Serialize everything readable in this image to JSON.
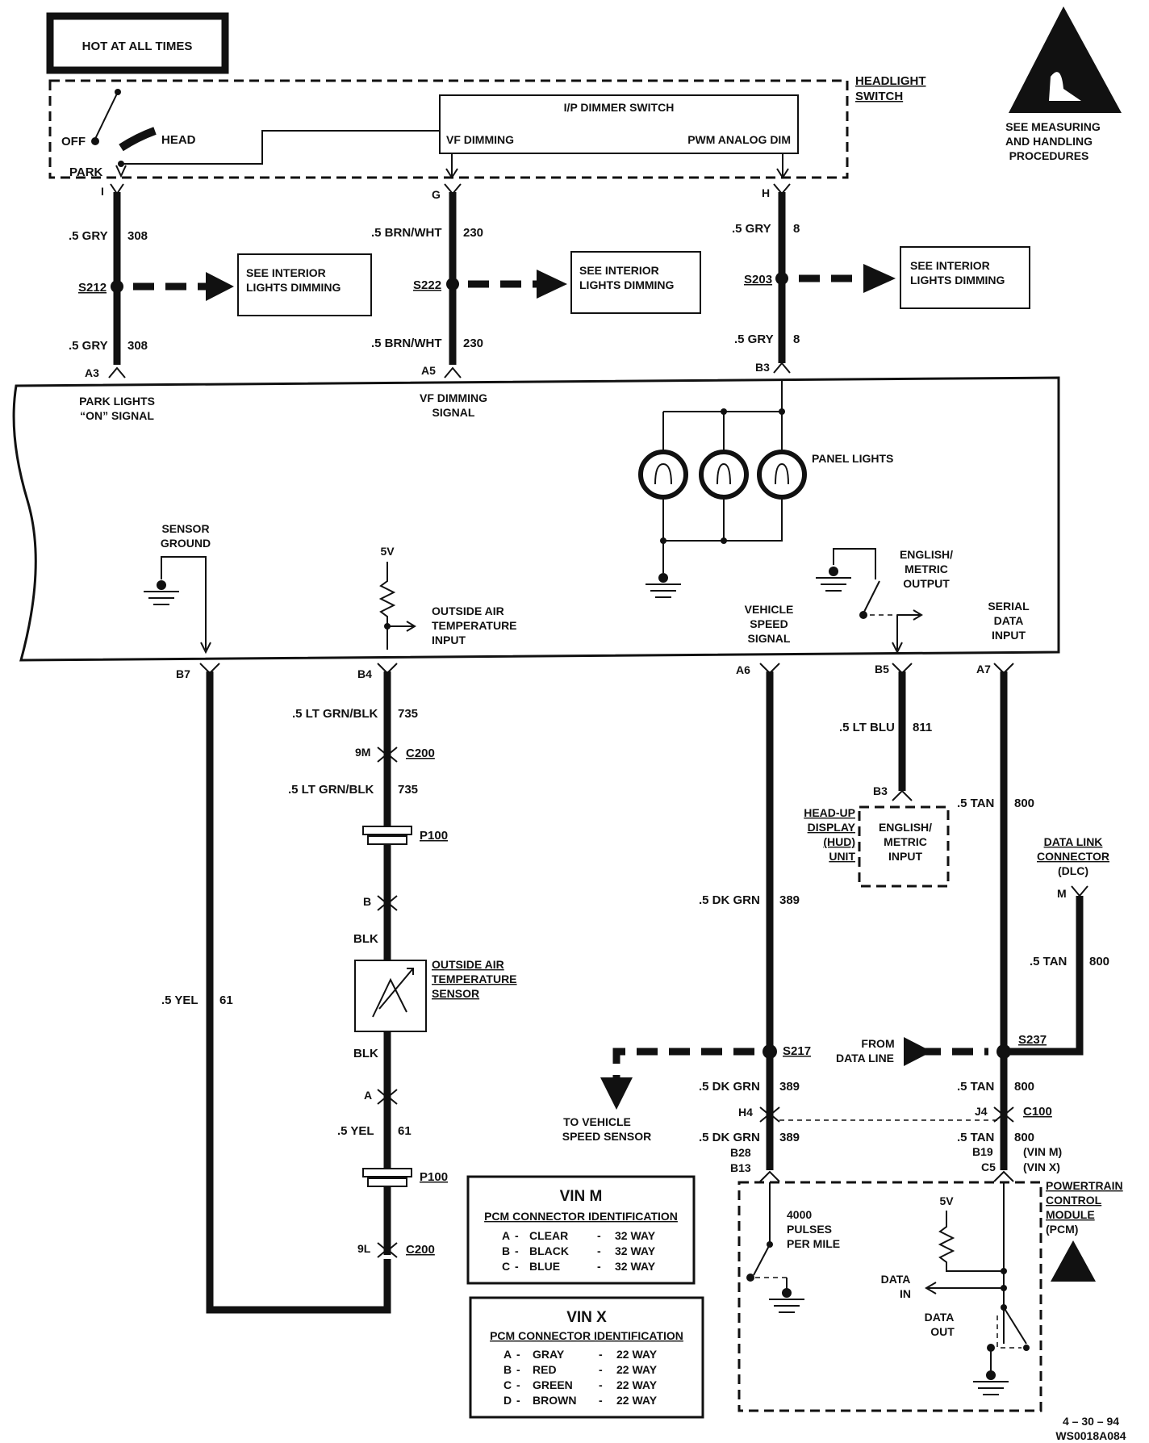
{
  "hot": "HOT AT ALL TIMES",
  "headlight_switch": {
    "title_1": "HEADLIGHT",
    "title_2": "SWITCH",
    "off": "OFF",
    "head": "HEAD",
    "park": "PARK",
    "dimmer": {
      "title": "I/P DIMMER SWITCH",
      "vf": "VF DIMMING",
      "pwm": "PWM ANALOG DIM"
    }
  },
  "esd": {
    "l1": "SEE MEASURING",
    "l2": "AND HANDLING",
    "l3": "PROCEDURES"
  },
  "pins": {
    "i": "I",
    "g": "G",
    "h": "H",
    "a3": "A3",
    "a5": "A5",
    "b3_top": "B3",
    "b7": "B7",
    "b4": "B4",
    "a6": "A6",
    "b5": "B5",
    "a7": "A7",
    "b3_hud": "B3",
    "m": "M",
    "b_conn": "B",
    "a_conn": "A",
    "9m": "9M",
    "9l": "9L",
    "h4": "H4",
    "j4": "J4",
    "b28": "B28",
    "b13": "B13",
    "b19": "B19",
    "c5": "C5"
  },
  "wires": {
    "gry_size": ".5 GRY",
    "gry_num": "308",
    "brn_size": ".5 BRN/WHT",
    "brn_num": "230",
    "gry8_size": ".5 GRY",
    "gry8_num": "8",
    "ltgrn_size1": ".5 LT GRN/BLK",
    "ltgrn_size2": ".5  LT GRN/BLK",
    "ltgrn_num": "735",
    "blk": "BLK",
    "yel_size": ".5 YEL",
    "yel_num": "61",
    "dkgrn_size": ".5 DK GRN",
    "dkgrn_num": "389",
    "ltblu_size": ".5 LT BLU",
    "ltblu_num": "811",
    "tan_size": ".5 TAN",
    "tan_num": "800",
    "vin_m": "(VIN M)",
    "vin_x": "(VIN X)"
  },
  "splices": {
    "s212": "S212",
    "s222": "S222",
    "s203": "S203",
    "s217": "S217",
    "s237": "S237"
  },
  "connectors": {
    "c200": "C200",
    "p100": "P100",
    "c100": "C100"
  },
  "see_interior": {
    "l1": "SEE INTERIOR",
    "l2": "LIGHTS DIMMING"
  },
  "cluster": {
    "park_on_1": "PARK LIGHTS",
    "park_on_2": "“ON” SIGNAL",
    "vf_sig_1": "VF DIMMING",
    "vf_sig_2": "SIGNAL",
    "panel_lights": "PANEL LIGHTS",
    "sensor_ground_1": "SENSOR",
    "sensor_ground_2": "GROUND",
    "five_v": "5V",
    "oat_in_1": "OUTSIDE AIR",
    "oat_in_2": "TEMPERATURE",
    "oat_in_3": "INPUT",
    "eng_out_1": "ENGLISH/",
    "eng_out_2": "METRIC",
    "eng_out_3": "OUTPUT",
    "vss_1": "VEHICLE",
    "vss_2": "SPEED",
    "vss_3": "SIGNAL",
    "serial_1": "SERIAL",
    "serial_2": "DATA",
    "serial_3": "INPUT"
  },
  "hud": {
    "n1": "HEAD-UP",
    "n2": "DISPLAY",
    "n3": "(HUD)",
    "n4": "UNIT",
    "i1": "ENGLISH/",
    "i2": "METRIC",
    "i3": "INPUT"
  },
  "dlc": {
    "l1": "DATA LINK",
    "l2": "CONNECTOR",
    "l3": "(DLC)"
  },
  "oat_sensor": {
    "l1": "OUTSIDE AIR",
    "l2": "TEMPERATURE",
    "l3": "SENSOR"
  },
  "from_data_1": "FROM",
  "from_data_2": "DATA LINE",
  "to_vss_1": "TO VEHICLE",
  "to_vss_2": "SPEED SENSOR",
  "pcm": {
    "l1": "POWERTRAIN",
    "l2": "CONTROL",
    "l3": "MODULE",
    "l4": "(PCM)",
    "pulses_1": "4000",
    "pulses_2": "PULSES",
    "pulses_3": "PER MILE",
    "five_v": "5V",
    "data_in_1": "DATA",
    "data_in_2": "IN",
    "data_out_1": "DATA",
    "data_out_2": "OUT"
  },
  "vin_m_table": {
    "title": "VIN M",
    "subtitle": "PCM CONNECTOR IDENTIFICATION",
    "rows": [
      {
        "pin": "A",
        "color": "CLEAR",
        "way": "32 WAY"
      },
      {
        "pin": "B",
        "color": "BLACK",
        "way": "32 WAY"
      },
      {
        "pin": "C",
        "color": "BLUE",
        "way": "32 WAY"
      }
    ]
  },
  "vin_x_table": {
    "title": "VIN X",
    "subtitle": "PCM CONNECTOR IDENTIFICATION",
    "rows": [
      {
        "pin": "A",
        "color": "GRAY",
        "way": "22 WAY"
      },
      {
        "pin": "B",
        "color": "RED",
        "way": "22 WAY"
      },
      {
        "pin": "C",
        "color": "GREEN",
        "way": "22 WAY"
      },
      {
        "pin": "D",
        "color": "BROWN",
        "way": "22 WAY"
      }
    ]
  },
  "footer": {
    "date": "4 – 30 – 94",
    "code": "WS0018A084"
  }
}
